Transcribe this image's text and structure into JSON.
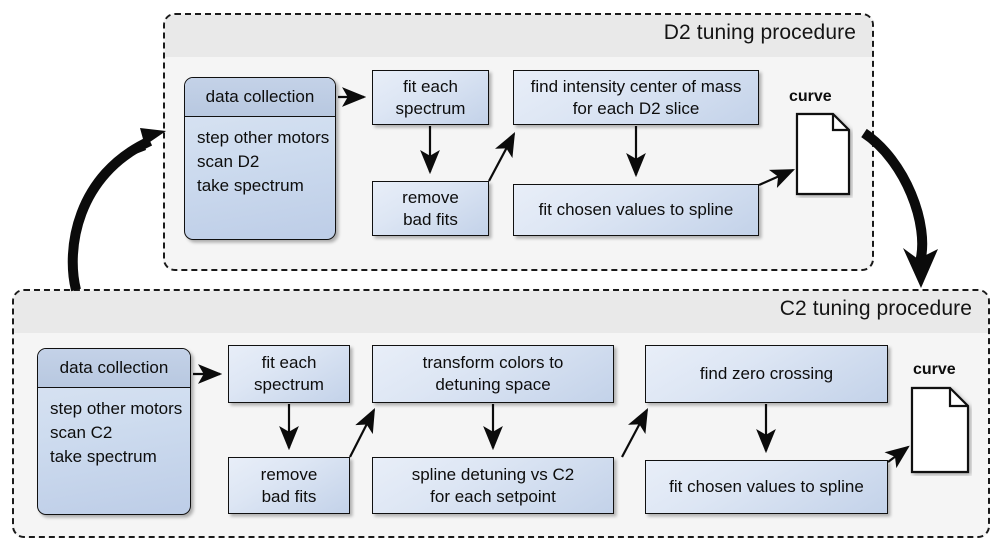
{
  "diagram": {
    "title": "D2 and C2 tuning procedures flowchart",
    "panels": [
      {
        "id": "d2",
        "title": "D2 tuning procedure",
        "data_collection": {
          "header": "data collection",
          "steps": [
            "step other motors",
            "scan D2",
            "take spectrum"
          ]
        },
        "boxes": [
          {
            "id": "d2-fit-each-spectrum",
            "lines": [
              "fit each",
              "spectrum"
            ]
          },
          {
            "id": "d2-remove-bad-fits",
            "lines": [
              "remove",
              "bad fits"
            ]
          },
          {
            "id": "d2-find-intensity-com",
            "lines": [
              "find intensity center of mass",
              "for each D2 slice"
            ]
          },
          {
            "id": "d2-fit-chosen-values",
            "lines": [
              "fit chosen values to spline"
            ]
          }
        ],
        "output": {
          "label": "curve",
          "icon": "document-icon"
        }
      },
      {
        "id": "c2",
        "title": "C2 tuning procedure",
        "data_collection": {
          "header": "data collection",
          "steps": [
            "step other motors",
            "scan C2",
            "take spectrum"
          ]
        },
        "boxes": [
          {
            "id": "c2-fit-each-spectrum",
            "lines": [
              "fit each",
              "spectrum"
            ]
          },
          {
            "id": "c2-remove-bad-fits",
            "lines": [
              "remove",
              "bad fits"
            ]
          },
          {
            "id": "c2-transform-colors",
            "lines": [
              "transform colors to",
              "detuning space"
            ]
          },
          {
            "id": "c2-spline-detuning",
            "lines": [
              "spline detuning vs C2",
              "for each setpoint"
            ]
          },
          {
            "id": "c2-find-zero-crossing",
            "lines": [
              "find zero crossing"
            ]
          },
          {
            "id": "c2-fit-chosen-values",
            "lines": [
              "fit chosen values to spline"
            ]
          }
        ],
        "output": {
          "label": "curve",
          "icon": "document-icon"
        }
      }
    ],
    "colors": {
      "box_fill_light": "#e8eef8",
      "box_fill_dark": "#c3d2e9",
      "header_fill": "#b8c8e0",
      "panel_bg": "#f5f5f5",
      "panel_title_band": "#e9e9e9",
      "stroke": "#101010"
    }
  }
}
